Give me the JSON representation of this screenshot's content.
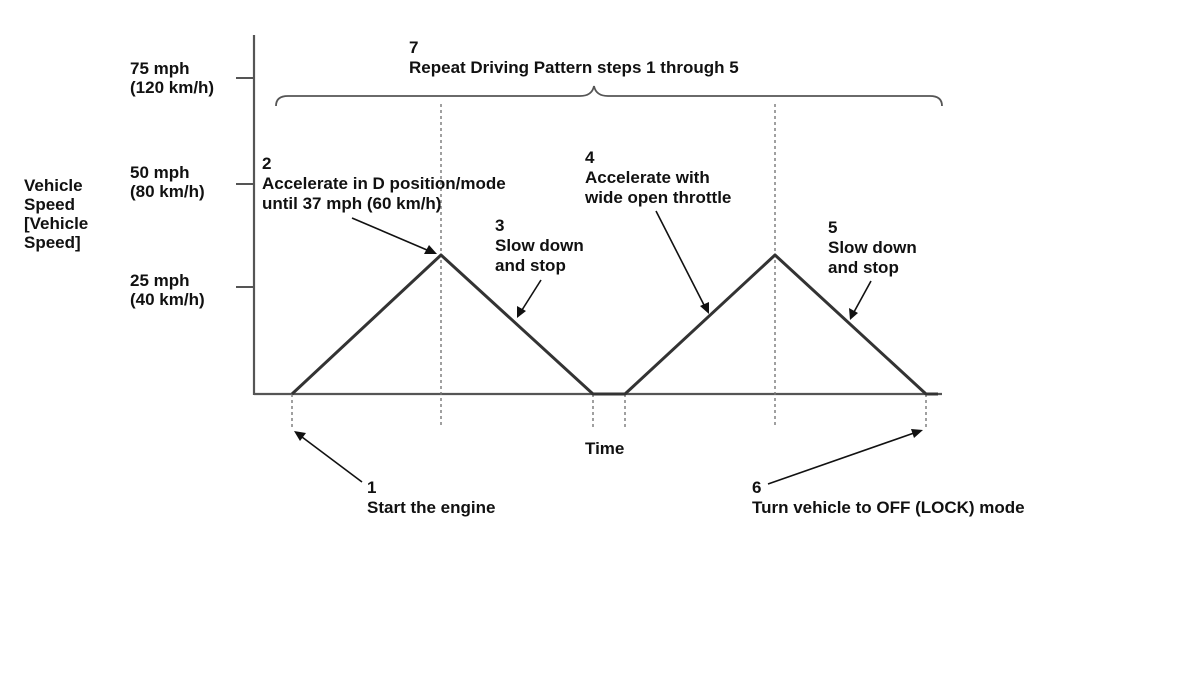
{
  "y_axis": {
    "title": [
      "Vehicle",
      "Speed",
      "[Vehicle",
      "Speed]"
    ],
    "ticks": [
      {
        "mph": "75 mph",
        "kmh": "(120 km/h)"
      },
      {
        "mph": "50 mph",
        "kmh": "(80 km/h)"
      },
      {
        "mph": "25 mph",
        "kmh": "(40 km/h)"
      }
    ]
  },
  "x_axis": {
    "title": "Time"
  },
  "steps": {
    "step1": {
      "num": "1",
      "lines": [
        "Start the engine"
      ]
    },
    "step2": {
      "num": "2",
      "lines": [
        "Accelerate in D position/mode",
        "until 37 mph (60 km/h)"
      ]
    },
    "step3": {
      "num": "3",
      "lines": [
        "Slow down",
        "and stop"
      ]
    },
    "step4": {
      "num": "4",
      "lines": [
        "Accelerate with",
        "wide open throttle"
      ]
    },
    "step5": {
      "num": "5",
      "lines": [
        "Slow down",
        "and stop"
      ]
    },
    "step6": {
      "num": "6",
      "lines": [
        "Turn vehicle to OFF (LOCK) mode"
      ]
    },
    "step7": {
      "num": "7",
      "lines": [
        "Repeat Driving Pattern steps 1 through 5"
      ]
    }
  },
  "colors": {
    "trace": "#333333",
    "axis": "#555555",
    "text": "#111111"
  }
}
